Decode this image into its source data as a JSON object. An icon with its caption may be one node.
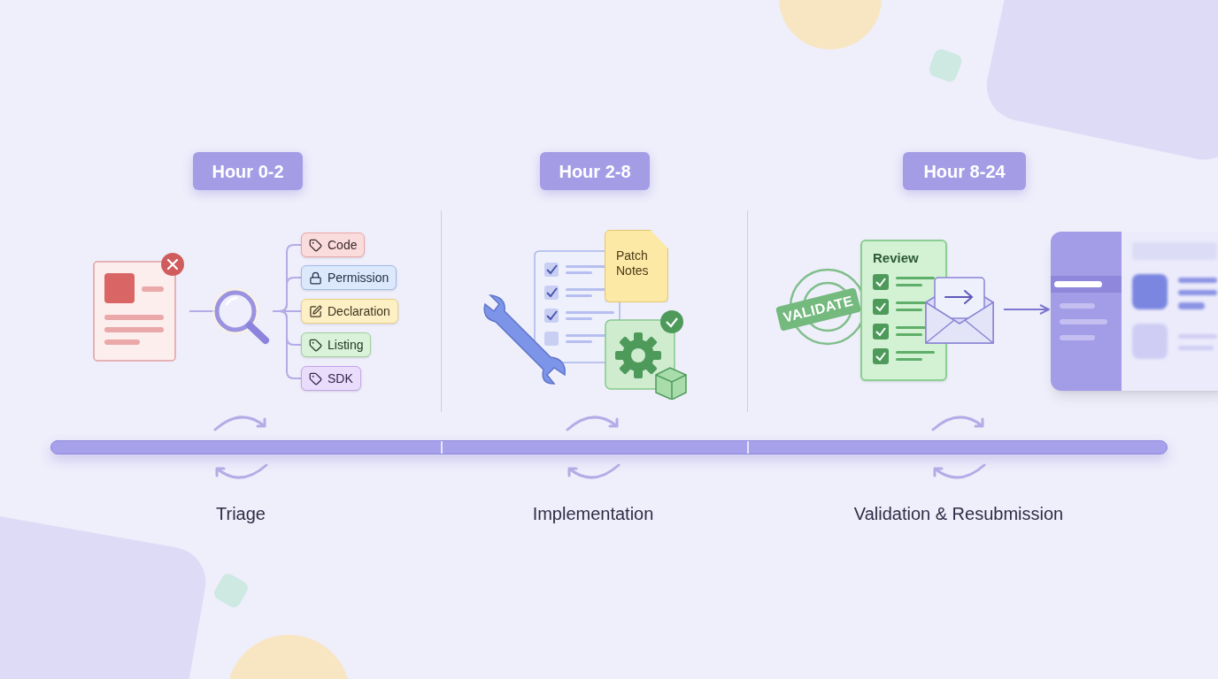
{
  "diagram": {
    "nodes": [
      {
        "text": [
          "Hour 0-2"
        ]
      },
      {
        "text": [
          "Hour 2-8"
        ]
      },
      {
        "text": [
          "Hour 8-24"
        ]
      },
      {
        "text": [],
        "shape": "picture"
      },
      {
        "text": [],
        "shape": "picture"
      },
      {
        "text": [
          "Code"
        ]
      },
      {
        "text": [
          "Permission"
        ]
      },
      {
        "text": [
          "Declaration"
        ]
      },
      {
        "text": [
          "Listing"
        ]
      },
      {
        "text": [
          "SDK"
        ]
      },
      {
        "text": [
          "Patch Notes"
        ]
      },
      {
        "text": [
          "VALIDATE"
        ]
      },
      {
        "text": [
          "Review"
        ]
      },
      {
        "text": [],
        "shape": "picture"
      },
      {
        "text": [],
        "shape": "picture"
      }
    ],
    "edges": [
      {
        "from": 3,
        "to": 4,
        "arrow": "none"
      },
      {
        "from": 4,
        "to": 5,
        "arrow": "none"
      },
      {
        "from": 4,
        "to": 6,
        "arrow": "none"
      },
      {
        "from": 4,
        "to": 7,
        "arrow": "none"
      },
      {
        "from": 4,
        "to": 8,
        "arrow": "none"
      },
      {
        "from": 4,
        "to": 9,
        "arrow": "none"
      },
      {
        "from": 13,
        "to": 14,
        "arrow": "to"
      }
    ],
    "labels": [
      "Triage",
      "Implementation",
      "Validation & Resubmission"
    ]
  }
}
